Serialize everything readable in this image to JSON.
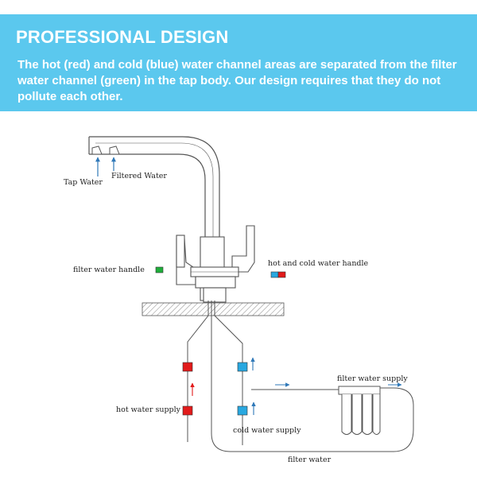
{
  "header": {
    "title": "PROFESSIONAL DESIGN",
    "description": "The hot (red) and cold (blue) water channel areas are separated from the filter water channel (green) in the tap body. Our design requires that they do not pollute each other."
  },
  "diagram": {
    "labels": {
      "tap_water": "Tap Water",
      "filtered_water": "Filtered Water",
      "filter_water_handle": "filter water handle",
      "hot_cold_handle": "hot and cold water handle",
      "hot_water_supply": "hot water supply",
      "cold_water_supply": "cold water supply",
      "filter_water_supply": "filter water supply",
      "filter_water": "filter water"
    },
    "colors": {
      "banner": "#5bc8ee",
      "hot": "#e21b1b",
      "cold": "#29a8e0",
      "filter": "#1fae3a",
      "line": "#555555",
      "arrow": "#2f78b8"
    }
  }
}
